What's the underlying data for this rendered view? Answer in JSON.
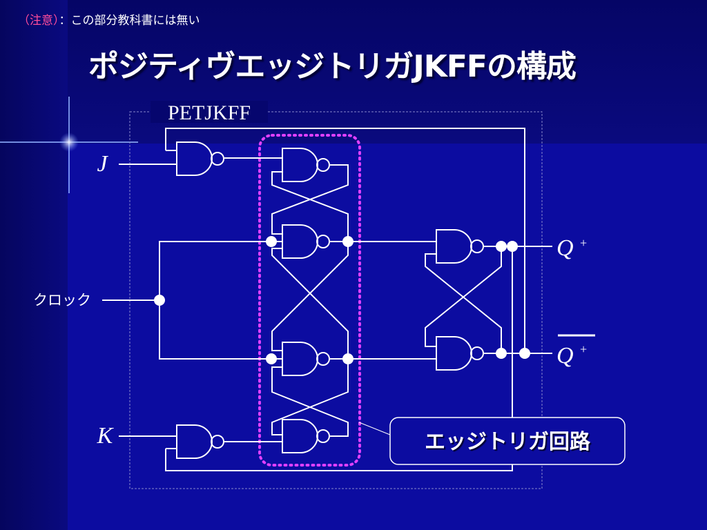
{
  "slide": {
    "note_marker": "（注意）",
    "note_text": "：この部分教科書には無い",
    "title": "ポジティヴエッジトリガJKFFの構成"
  },
  "diagram": {
    "box_label": "PETJKFF",
    "input_j": "J",
    "input_k": "K",
    "clock_label": "クロック",
    "output_q": "Q",
    "output_qbar": "Q",
    "plus_sup": "+",
    "callout_label": "エッジトリガ回路"
  },
  "colors": {
    "wire": "#ffffff",
    "highlight_dots": "#e040ff",
    "note_marker": "#ff4d9a",
    "background": "#0c0ca0"
  }
}
